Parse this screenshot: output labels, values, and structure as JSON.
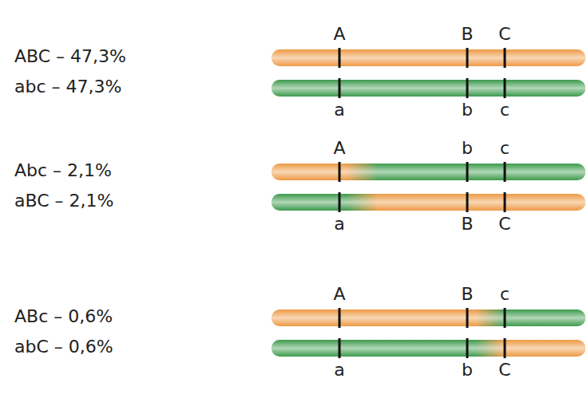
{
  "diagram": {
    "labels": [
      "ABC – 47,3%",
      "abc – 47,3%",
      "A",
      "B",
      "C",
      "a",
      "b",
      "c",
      "Abc – 2,1%",
      "aBC – 2,1%",
      "A",
      "b",
      "c",
      "a",
      "B",
      "C",
      "ABc – 0,6%",
      "abC – 0,6%",
      "A",
      "B",
      "c",
      "a",
      "b",
      "C"
    ]
  }
}
